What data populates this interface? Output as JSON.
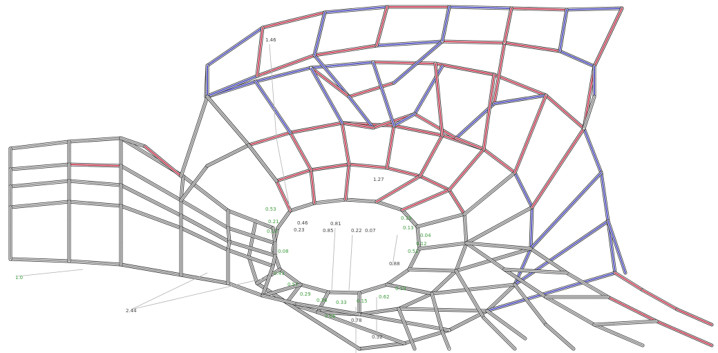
{
  "model": {
    "colors": {
      "background": "#ffffff",
      "neutral_member": "#9a9a9a",
      "tension_member": "#d0485e",
      "compression_member": "#5a5ac8",
      "member_outline": "#2a2a2a",
      "annotation_label": "#3a9a3a"
    },
    "annotations": [
      "1.46",
      "1.0",
      "0.53",
      "0.21",
      "0.13",
      "1.27",
      "0.46",
      "0.23",
      "0.81",
      "0.85",
      "0.22",
      "0.07",
      "0.88",
      "0.19",
      "0.13",
      "0.04",
      "0.12",
      "0.51",
      "0.08",
      "0.43",
      "0.57",
      "0.29",
      "0.26",
      "0.33",
      "0.15",
      "0.62",
      "0.19",
      "0.06",
      "0.78",
      "2.44",
      "0.32"
    ]
  }
}
